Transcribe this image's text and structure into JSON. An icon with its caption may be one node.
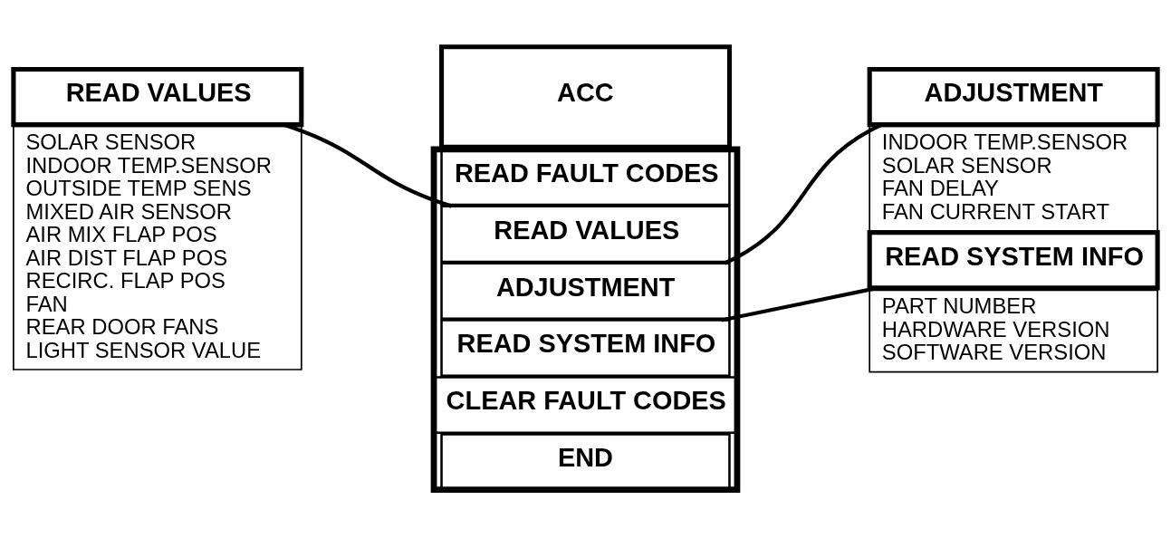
{
  "diagram": {
    "nodes": [
      {
        "text": [
          "ACC"
        ]
      },
      {
        "text": [],
        "shape": "box"
      },
      {
        "text": [
          "READ FAULT CODES"
        ],
        "in": 1
      },
      {
        "text": [
          "READ VALUES"
        ],
        "in": 1
      },
      {
        "text": [
          "ADJUSTMENT"
        ],
        "in": 1
      },
      {
        "text": [
          "READ SYSTEM INFO"
        ],
        "in": 1
      },
      {
        "text": [
          "CLEAR FAULT CODES"
        ],
        "in": 1
      },
      {
        "text": [
          "END"
        ],
        "in": 1
      },
      {
        "text": [
          "READ VALUES"
        ]
      },
      {
        "text": [
          "SOLAR SENSOR",
          "INDOOR TEMP.SENSOR",
          "OUTSIDE TEMP SENS",
          "MIXED AIR SENSOR",
          "AIR MIX FLAP POS",
          "AIR DIST FLAP POS",
          "RECIRC. FLAP POS",
          "FAN",
          "REAR DOOR FANS",
          "LIGHT SENSOR VALUE"
        ]
      },
      {
        "text": [
          "ADJUSTMENT"
        ]
      },
      {
        "text": [
          "INDOOR TEMP.SENSOR",
          "SOLAR SENSOR",
          "FAN DELAY",
          "FAN CURRENT START"
        ]
      },
      {
        "text": [
          "READ SYSTEM INFO"
        ]
      },
      {
        "text": [
          "PART NUMBER",
          "HARDWARE VERSION",
          "SOFTWARE VERSION"
        ]
      }
    ],
    "edges": [
      {
        "from": 8,
        "to": 3,
        "arrow": "none"
      },
      {
        "from": 10,
        "to": 4,
        "arrow": "none"
      },
      {
        "from": 5,
        "to": 12,
        "arrow": "none"
      }
    ]
  }
}
